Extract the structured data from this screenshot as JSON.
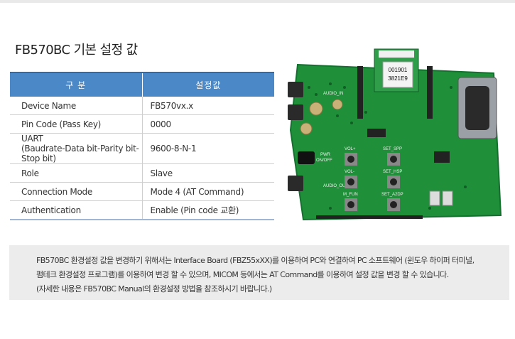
{
  "page": {
    "title": "FB570BC 기본 설정 값"
  },
  "table": {
    "headers": [
      "구  분",
      "설정값"
    ],
    "rows": [
      {
        "key": "Device Name",
        "key2": "",
        "value": "FB570vx.x"
      },
      {
        "key": "Pin Code (Pass Key)",
        "key2": "",
        "value": "0000"
      },
      {
        "key": "UART",
        "key2": "(Baudrate-Data bit-Parity bit-Stop bit)",
        "value": "9600-8-N-1"
      },
      {
        "key": "Role",
        "key2": "",
        "value": "Slave"
      },
      {
        "key": "Connection Mode",
        "key2": "",
        "value": "Mode 4 (AT Command)"
      },
      {
        "key": "Authentication",
        "key2": "",
        "value": "Enable (Pin code 교환)"
      }
    ]
  },
  "board": {
    "chip_line1": "001901",
    "chip_line2": "3821E9",
    "labels": {
      "pwr": "PWR",
      "onoff": "ON/OFF",
      "vol_up": "VOL+",
      "vol_dn": "VOL-",
      "set_spp": "SET_SPP",
      "set_hsp": "SET_HSP",
      "m_fun": "M_FUN",
      "set_a2dp": "SET_A2DP",
      "audio_in": "AUDIO_IN",
      "audio_out": "AUDIO_OUT"
    },
    "colors": {
      "pcb": "#1f8f3a",
      "pcb_dark": "#157030",
      "silk": "#e8f5e8"
    }
  },
  "note": {
    "lines": [
      "FB570BC 환경설정 값을 변경하기 위해서는 Interface Board (FBZ55xXX)를 이용하여 PC와 연결하여 PC 소프트웨어 (윈도우 하이퍼 터미널,",
      "펌테크 환경설정 프로그램)를 이용하여 변경 할 수 있으며, MICOM 등에서는 AT Command를 이용하여 설정 값을 변경 할 수 있습니다.",
      "(자세한 내용은 FB570BC Manual의 환경설정 방법을 참조하시기 바랍니다.)"
    ]
  }
}
